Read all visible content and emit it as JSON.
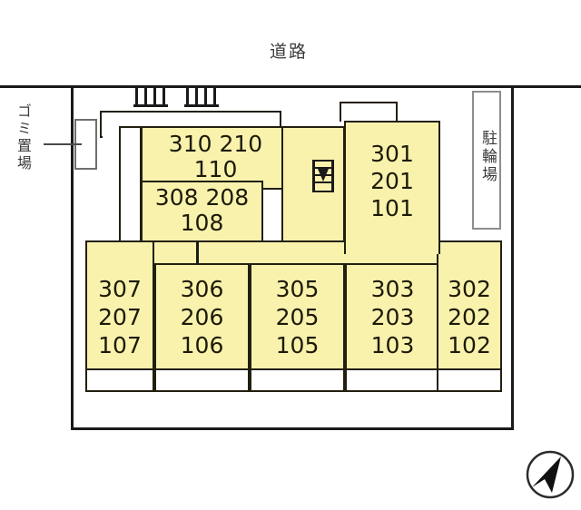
{
  "diagram": {
    "title_top": "道路",
    "labels": {
      "road": "道路",
      "garbage_area": "ゴミ置場",
      "bicycle_parking": "駐輪場"
    },
    "icons": {
      "compass": "north-arrow",
      "stairs": "staircase-down",
      "fence_left": "fence-symbol-1",
      "fence_right": "fence-symbol-2"
    },
    "colors": {
      "unit_fill": "#f8f2ad",
      "outline": "#231f10",
      "site_line": "#1a1a1a",
      "gray_box": "#8d8d8d",
      "text": "#1d1a08"
    },
    "units": [
      {
        "id": "u310",
        "lines": [
          "310  210",
          "110"
        ]
      },
      {
        "id": "u308",
        "lines": [
          "308  208",
          "108"
        ]
      },
      {
        "id": "u301",
        "lines": [
          "301",
          "201",
          "101"
        ]
      },
      {
        "id": "u307",
        "lines": [
          "307",
          "207",
          "107"
        ]
      },
      {
        "id": "u306",
        "lines": [
          "306",
          "206",
          "106"
        ]
      },
      {
        "id": "u305",
        "lines": [
          "305",
          "205",
          "105"
        ]
      },
      {
        "id": "u303",
        "lines": [
          "303",
          "203",
          "103"
        ]
      },
      {
        "id": "u302",
        "lines": [
          "302",
          "202",
          "102"
        ]
      }
    ],
    "unit_text": {
      "u310_l1": "310  210",
      "u310_l2": "110",
      "u308_l1": "308  208",
      "u308_l2": "108",
      "u301_l1": "301",
      "u301_l2": "201",
      "u301_l3": "101",
      "u307_l1": "307",
      "u307_l2": "207",
      "u307_l3": "107",
      "u306_l1": "306",
      "u306_l2": "206",
      "u306_l3": "106",
      "u305_l1": "305",
      "u305_l2": "205",
      "u305_l3": "105",
      "u303_l1": "303",
      "u303_l2": "203",
      "u303_l3": "103",
      "u302_l1": "302",
      "u302_l2": "202",
      "u302_l3": "102"
    }
  }
}
